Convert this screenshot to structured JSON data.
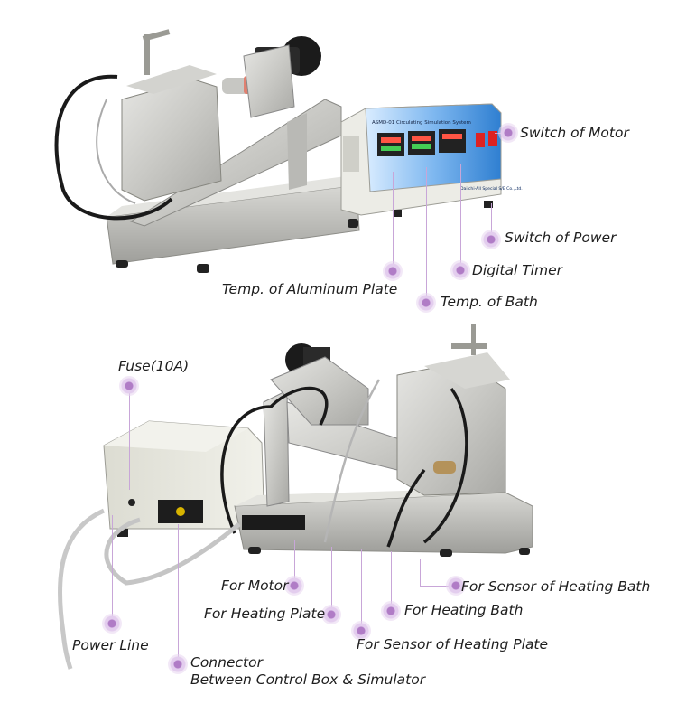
{
  "labels": {
    "switch_motor": "Switch of Motor",
    "switch_power": "Switch of Power",
    "digital_timer": "Digital Timer",
    "temp_aluminum": "Temp. of Aluminum Plate",
    "temp_bath": "Temp. of Bath",
    "fuse": "Fuse(10A)",
    "for_motor": "For Motor",
    "for_heating_plate": "For Heating Plate",
    "for_sensor_heating_bath": "For Sensor of Heating Bath",
    "for_heating_bath": "For Heating Bath",
    "for_sensor_heating_plate": "For Sensor of Heating Plate",
    "power_line": "Power Line",
    "connector_line1": "Connector",
    "connector_line2": "Between Control Box & Simulator"
  },
  "panel": {
    "title": "ASMD-01 Circulating Simulation System",
    "brand": "Daiichi-All Special S/E Co.,Ltd."
  },
  "colors": {
    "marker": "#b07cc6",
    "lead": "#c8a6d8",
    "panel_blue": "#2f7fd1"
  }
}
